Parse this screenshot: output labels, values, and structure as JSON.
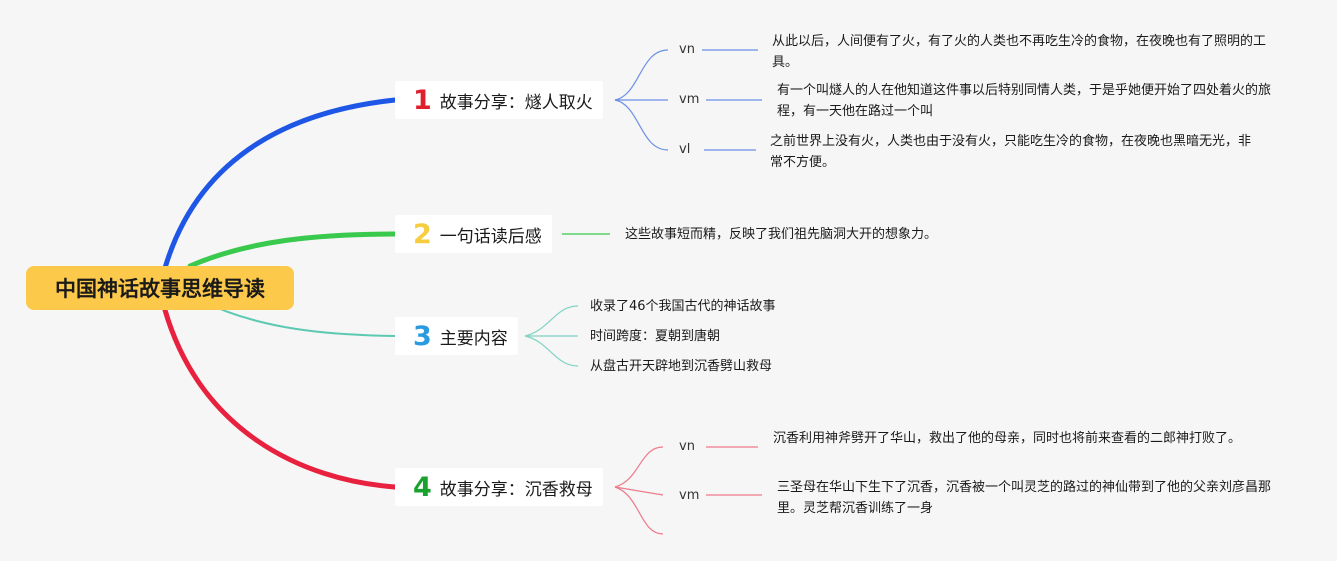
{
  "root": {
    "title": "中国神话故事思维导读"
  },
  "colors": {
    "root_fill": "#fcc94a",
    "b1": "#1e56e6",
    "b2": "#38c94d",
    "b3": "#5cc9b2",
    "b4": "#e8213f",
    "b1_sub": "#6a8fe6",
    "b3_sub": "#7fd4c2",
    "b4_sub": "#ee7a8a",
    "n1": "#e01e2c",
    "n2": "#f5cd3f",
    "n3": "#2a9be0",
    "n4": "#1aa12e"
  },
  "branches": [
    {
      "number": "1",
      "label": "故事分享：燧人取火",
      "children": [
        {
          "tag": "vn",
          "text": "从此以后，人间便有了火，有了火的人类也不再吃生冷的食物，在夜晚也有了照明的工具。"
        },
        {
          "tag": "vm",
          "text": "有一个叫燧人的人在他知道这件事以后特别同情人类，于是乎她便开始了四处着火的旅程，有一天他在路过一个叫"
        },
        {
          "tag": "vl",
          "text": "之前世界上没有火，人类也由于没有火，只能吃生冷的食物，在夜晚也黑暗无光，非常不方便。"
        }
      ]
    },
    {
      "number": "2",
      "label": "一句话读后感",
      "children": [
        {
          "text": "这些故事短而精，反映了我们祖先脑洞大开的想象力。"
        }
      ]
    },
    {
      "number": "3",
      "label": "主要内容",
      "children": [
        {
          "text": "收录了46个我国古代的神话故事"
        },
        {
          "text": "时间跨度：夏朝到唐朝"
        },
        {
          "text": "从盘古开天辟地到沉香劈山救母"
        }
      ]
    },
    {
      "number": "4",
      "label": "故事分享：沉香救母",
      "children": [
        {
          "tag": "vn",
          "text": "沉香利用神斧劈开了华山，救出了他的母亲，同时也将前来查看的二郎神打败了。"
        },
        {
          "tag": "vm",
          "text": "三圣母在华山下生下了沉香，沉香被一个叫灵芝的路过的神仙带到了他的父亲刘彦昌那里。灵芝帮沉香训练了一身"
        }
      ]
    }
  ]
}
